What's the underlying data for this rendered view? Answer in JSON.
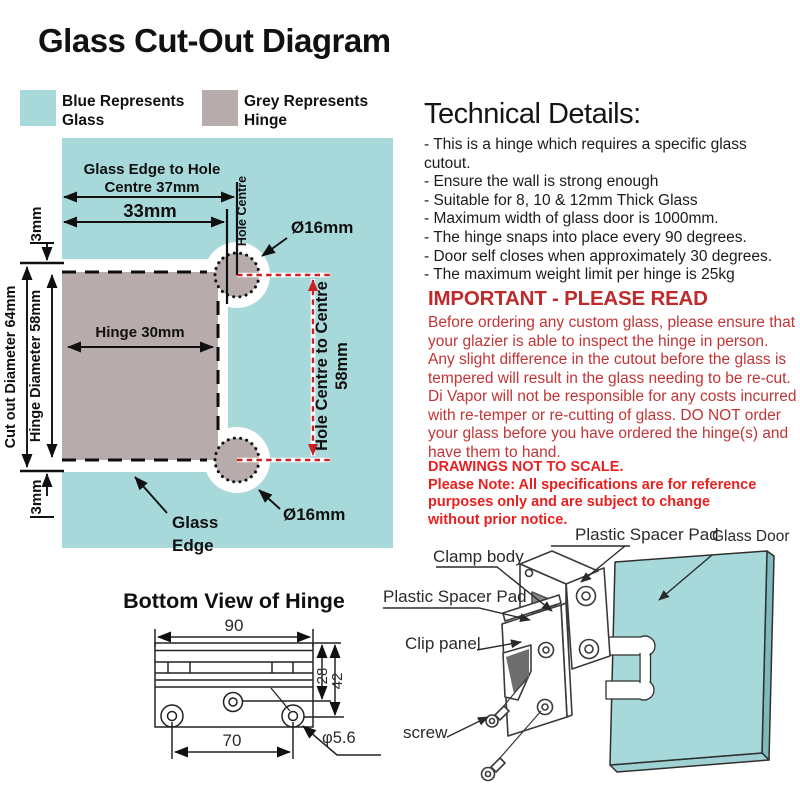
{
  "page": {
    "title": "Glass Cut-Out Diagram"
  },
  "legend": {
    "glass_label": "Blue Represents Glass",
    "hinge_label": "Grey Represents Hinge"
  },
  "colors": {
    "glass": "#a7d9da",
    "hinge": "#b8abab",
    "red_heading": "#bf2a2c",
    "red_note": "#e8201f",
    "dim_red": "#cc2027"
  },
  "cutout": {
    "glass_edge_to_hole_line1": "Glass Edge to Hole",
    "glass_edge_to_hole_line2": "Centre 37mm",
    "dim_33mm": "33mm",
    "hole_centre": "Hole Centre",
    "dia_top": "Ø16mm",
    "dia_bottom": "Ø16mm",
    "margin_top": "3mm",
    "margin_bottom": "3mm",
    "cutout_diameter": "Cut out Diameter 64mm",
    "hinge_diameter": "Hinge Diameter 58mm",
    "hinge_width": "Hinge 30mm",
    "hole_c2c_line1": "Hole Centre to Centre",
    "hole_c2c_line2": "58mm",
    "glass_edge_line1": "Glass",
    "glass_edge_line2": "Edge"
  },
  "technical": {
    "heading": "Technical Details:",
    "items": [
      "- This is a hinge which requires a specific glass cutout.",
      "- Ensure the wall is strong enough",
      "- Suitable for 8, 10 & 12mm Thick Glass",
      "- Maximum width of glass door is 1000mm.",
      "- The hinge snaps into place every 90 degrees.",
      "- Door self closes when approximately 30 degrees.",
      "- The maximum weight limit per hinge is 25kg"
    ]
  },
  "important": {
    "heading": "IMPORTANT - PLEASE READ",
    "body": "Before ordering any custom glass, please ensure that your glazier is able to inspect the hinge in person. Any slight difference in the cutout before the glass is tempered will result in the glass needing to be re-cut. Di Vapor will not be responsible for any costs incurred with re-temper or re-cutting of glass. DO NOT order your glass before you have ordered the hinge(s) and have them to hand."
  },
  "note": {
    "line1": "DRAWINGS NOT TO SCALE.",
    "rest": "Please Note: All specifications are for reference purposes only and are subject to change without prior notice."
  },
  "bottom_view": {
    "title": "Bottom View of Hinge",
    "dim_width": "90",
    "dim_spacing": "70",
    "dim_28": "28",
    "dim_42": "42",
    "dim_hole": "φ5.6"
  },
  "exploded": {
    "clamp_body": "Clamp body",
    "spacer_top": "Plastic Spacer Pad",
    "spacer_left": "Plastic Spacer Pad",
    "clip_panel": "Clip panel",
    "screw": "screw",
    "glass_door": "Glass Door"
  }
}
